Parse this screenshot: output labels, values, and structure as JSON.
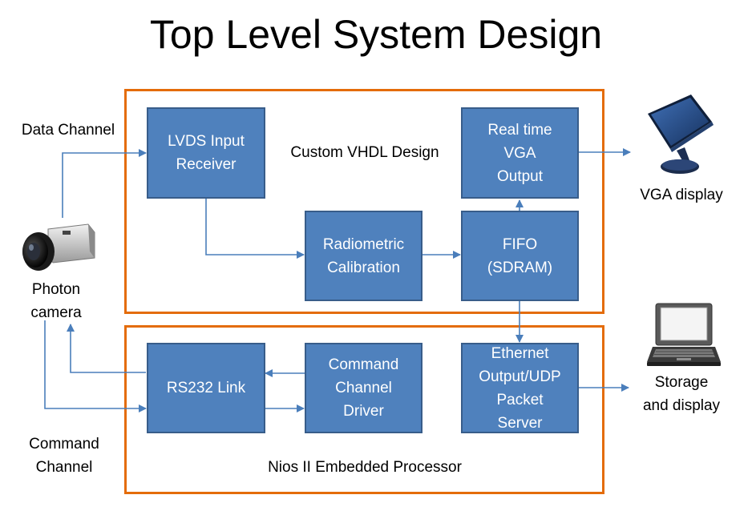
{
  "title": "Top Level System Design",
  "colors": {
    "block_fill": "#4f81bd",
    "block_border": "#385d8a",
    "frame": "#e46c0a",
    "arrow": "#4a7ebb"
  },
  "frames": {
    "vhdl_label": "Custom VHDL Design",
    "nios_label": "Nios II Embedded Processor"
  },
  "blocks": {
    "lvds": "LVDS Input\nReceiver",
    "radiometric": "Radiometric\nCalibration",
    "fifo": "FIFO\n(SDRAM)",
    "vga_output": "Real time\nVGA\nOutput",
    "rs232": "RS232 Link",
    "command_driver": "Command\nChannel\nDriver",
    "ethernet": "Ethernet\nOutput/UDP\nPacket\nServer"
  },
  "labels": {
    "data_channel": "Data Channel",
    "photon_camera": "Photon\ncamera",
    "command_channel": "Command\nChannel",
    "vga_display": "VGA display",
    "storage": "Storage\nand display"
  },
  "icons": {
    "camera": "camera-icon",
    "monitor": "monitor-icon",
    "laptop": "laptop-icon"
  }
}
